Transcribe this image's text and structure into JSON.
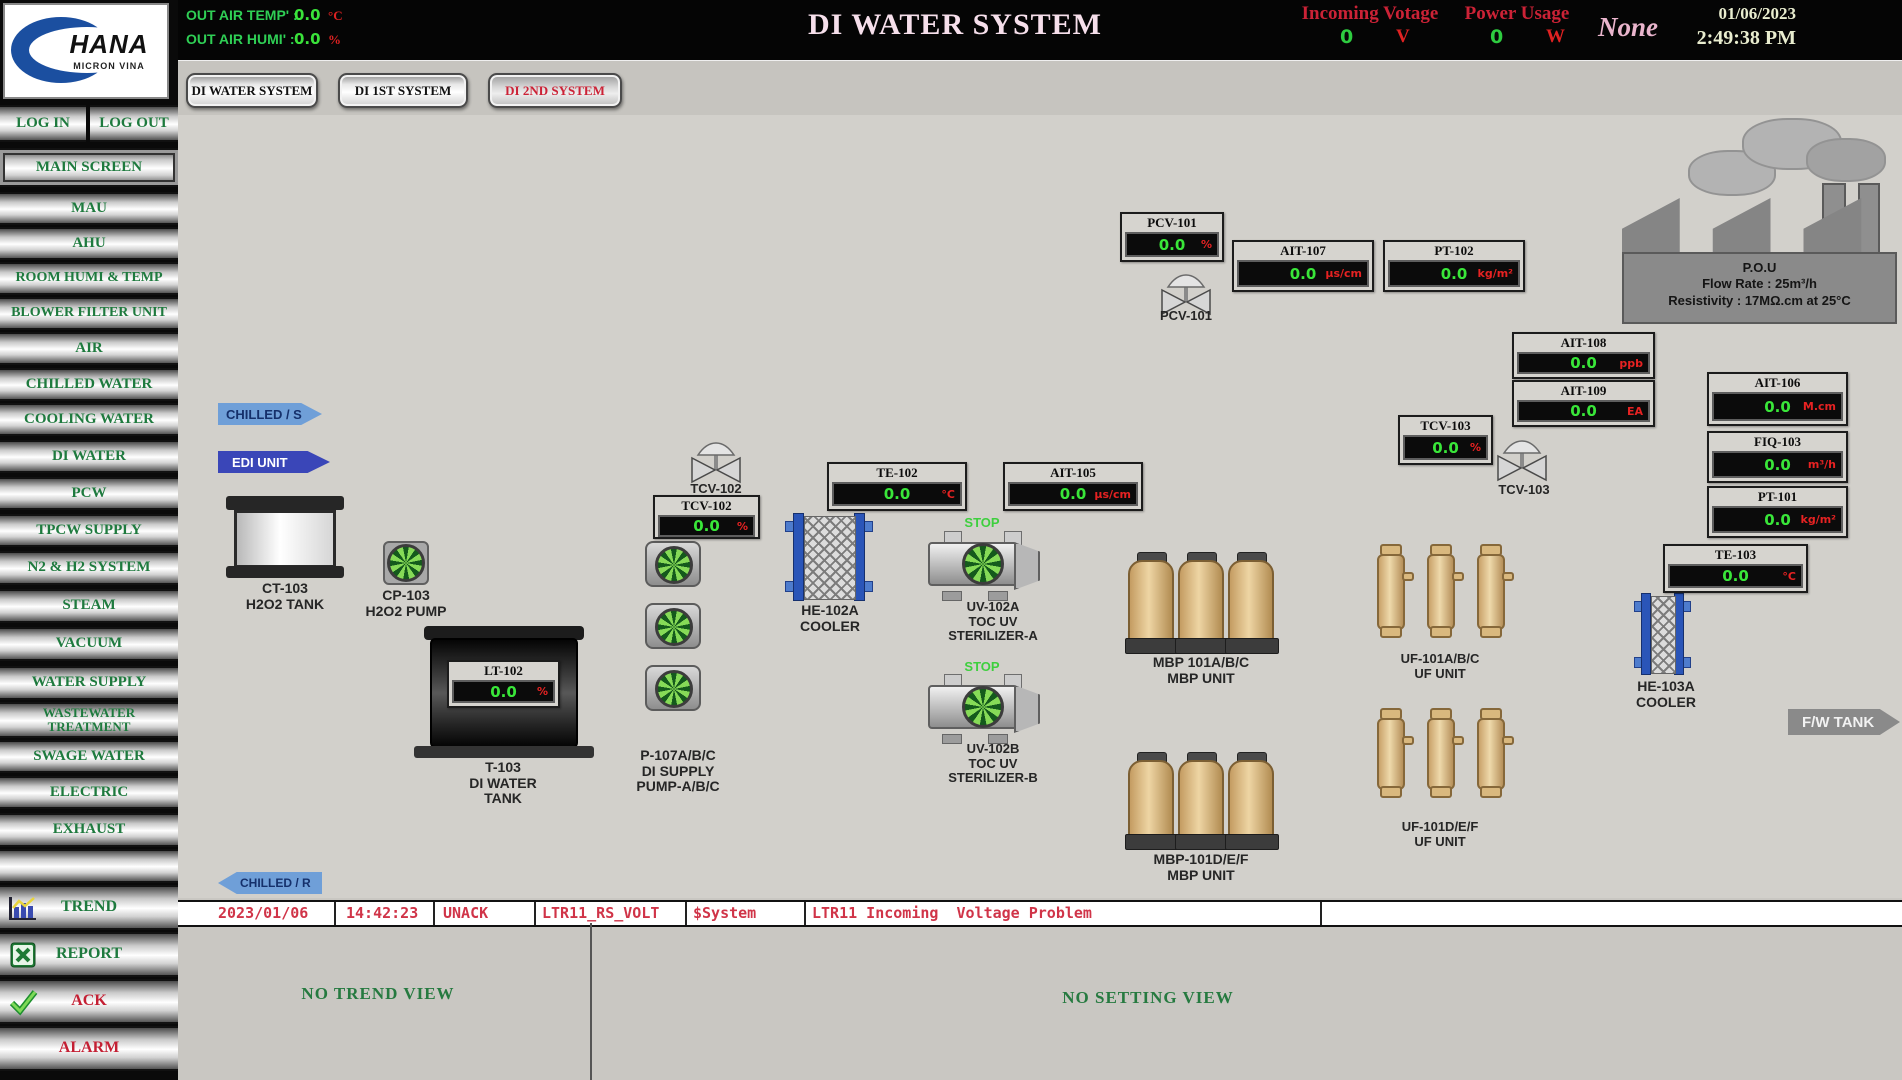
{
  "header": {
    "logo_line1": "HANA",
    "logo_line2": "MICRON VINA",
    "out_air_temp_label": "OUT AIR TEMP' :",
    "out_air_temp_value": "0.0",
    "out_air_temp_unit": "°C",
    "out_air_humi_label": "OUT AIR HUMI' :",
    "out_air_humi_value": "0.0",
    "out_air_humi_unit": "%",
    "title": "DI WATER SYSTEM",
    "incoming_voltage_label": "Incoming Votage",
    "incoming_voltage_value": "0",
    "incoming_voltage_unit": "V",
    "power_usage_label": "Power Usage",
    "power_usage_value": "0",
    "power_usage_unit": "W",
    "mode": "None",
    "date": "01/06/2023",
    "time": "2:49:38 PM"
  },
  "tabs": [
    {
      "label": "DI WATER SYSTEM",
      "active": false
    },
    {
      "label": "DI 1ST SYSTEM",
      "active": false
    },
    {
      "label": "DI 2ND SYSTEM",
      "active": true
    }
  ],
  "sidebar": {
    "login": "LOG IN",
    "logout": "LOG OUT",
    "items": [
      {
        "label": "MAIN SCREEN",
        "state": "selected"
      },
      {
        "label": "MAU"
      },
      {
        "label": "AHU"
      },
      {
        "label": "ROOM HUMI & TEMP"
      },
      {
        "label": "BLOWER FILTER UNIT"
      },
      {
        "label": "AIR"
      },
      {
        "label": "CHILLED WATER"
      },
      {
        "label": "COOLING WATER"
      },
      {
        "label": "DI WATER"
      },
      {
        "label": "PCW"
      },
      {
        "label": "TPCW SUPPLY"
      },
      {
        "label": "N2 & H2 SYSTEM"
      },
      {
        "label": "STEAM"
      },
      {
        "label": "VACUUM"
      },
      {
        "label": "WATER SUPPLY"
      },
      {
        "label": "WASTEWATER TREATMENT"
      },
      {
        "label": "SWAGE WATER"
      },
      {
        "label": "ELECTRIC"
      },
      {
        "label": "EXHAUST"
      },
      {
        "label": ""
      },
      {
        "label": "TREND",
        "icon": "trend-chart-icon"
      },
      {
        "label": "REPORT",
        "icon": "excel-report-icon"
      },
      {
        "label": "ACK",
        "icon": "check-icon",
        "color": "red"
      },
      {
        "label": "ALARM",
        "color": "red"
      }
    ]
  },
  "instruments": [
    {
      "title": "PCV-101",
      "value": "0.0",
      "unit": "%"
    },
    {
      "title": "AIT-107",
      "value": "0.0",
      "unit": "µs/cm"
    },
    {
      "title": "PT-102",
      "value": "0.0",
      "unit": "kg/m²"
    },
    {
      "title": "AIT-108",
      "value": "0.0",
      "unit": "ppb"
    },
    {
      "title": "AIT-109",
      "value": "0.0",
      "unit": "EA"
    },
    {
      "title": "AIT-106",
      "value": "0.0",
      "unit": "M.cm"
    },
    {
      "title": "FIQ-103",
      "value": "0.0",
      "unit": "m³/h"
    },
    {
      "title": "PT-101",
      "value": "0.0",
      "unit": "kg/m²"
    },
    {
      "title": "TE-103",
      "value": "0.0",
      "unit": "°C"
    },
    {
      "title": "TCV-103",
      "value": "0.0",
      "unit": "%"
    },
    {
      "title": "TCV-102",
      "value": "0.0",
      "unit": "%"
    },
    {
      "title": "TE-102",
      "value": "0.0",
      "unit": "°C"
    },
    {
      "title": "AIT-105",
      "value": "0.0",
      "unit": "µs/cm"
    },
    {
      "title": "LT-102",
      "value": "0.0",
      "unit": "%"
    }
  ],
  "equipment_labels": [
    {
      "id": "pcv101v",
      "lines": [
        "PCV-101"
      ]
    },
    {
      "id": "tcv102v",
      "lines": [
        "TCV-102"
      ]
    },
    {
      "id": "tcv103v",
      "lines": [
        "TCV-103"
      ]
    },
    {
      "id": "ct103",
      "lines": [
        "CT-103",
        "H2O2 TANK"
      ]
    },
    {
      "id": "cp103",
      "lines": [
        "CP-103",
        "H2O2 PUMP"
      ]
    },
    {
      "id": "t103",
      "lines": [
        "T-103",
        "DI WATER",
        "TANK"
      ]
    },
    {
      "id": "p107",
      "lines": [
        "P-107A/B/C",
        "DI SUPPLY",
        "PUMP-A/B/C"
      ]
    },
    {
      "id": "he102a",
      "lines": [
        "HE-102A",
        "COOLER"
      ]
    },
    {
      "id": "uv102a",
      "lines": [
        "UV-102A",
        "TOC UV",
        "STERILIZER-A"
      ]
    },
    {
      "id": "uv102b",
      "lines": [
        "UV-102B",
        "TOC UV",
        "STERILIZER-B"
      ]
    },
    {
      "id": "mbp1",
      "lines": [
        "MBP 101A/B/C",
        "MBP UNIT"
      ]
    },
    {
      "id": "mbp2",
      "lines": [
        "MBP-101D/E/F",
        "MBP UNIT"
      ]
    },
    {
      "id": "uf1",
      "lines": [
        "UF-101A/B/C",
        "UF UNIT"
      ]
    },
    {
      "id": "uf2",
      "lines": [
        "UF-101D/E/F",
        "UF UNIT"
      ]
    },
    {
      "id": "he103a",
      "lines": [
        "HE-103A",
        "COOLER"
      ]
    },
    {
      "id": "stopA",
      "lines": [
        "STOP"
      ]
    },
    {
      "id": "stopB",
      "lines": [
        "STOP"
      ]
    }
  ],
  "flow_tags": {
    "chilled_supply": "CHILLED / S",
    "edi_unit": "EDI UNIT",
    "chilled_return": "CHILLED / R",
    "fw_tank": "F/W TANK"
  },
  "factory": {
    "name": "P.O.U",
    "flow_rate": "Flow Rate : 25m³/h",
    "resistivity": "Resistivity : 17MΩ.cm at 25°C"
  },
  "alarm_row": {
    "date": "2023/01/06",
    "time": "14:42:23",
    "status": "UNACK",
    "tag": "LTR11_RS_VOLT",
    "source": "$System",
    "message": "LTR11 Incoming  Voltage Problem"
  },
  "panels": {
    "trend_placeholder": "NO TREND VIEW",
    "setting_placeholder": "NO SETTING VIEW"
  },
  "colors": {
    "value_green": "#39e639",
    "unit_red": "#e62222",
    "alarm_red": "#d03448",
    "pipe_dark_blue": "#2a35a8",
    "pipe_light_blue": "#7aa8dc",
    "pipe_gray": "#9a9a9a",
    "junction_dot": "#a03070",
    "menu_green": "#1e7a3e",
    "background": "#d2d0cb"
  }
}
